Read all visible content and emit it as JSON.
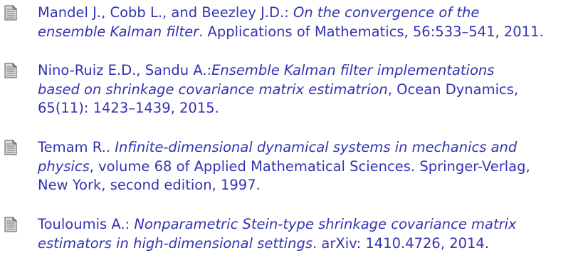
{
  "references": [
    {
      "lines": [
        [
          {
            "text": "Mandel J., Cobb L., and Beezley J.D.: ",
            "italic": false
          },
          {
            "text": "On the convergence of the",
            "italic": true
          }
        ],
        [
          {
            "text": "ensemble Kalman filter",
            "italic": true
          },
          {
            "text": ". Applications of Mathematics, 56:533–541, 2011.",
            "italic": false
          }
        ]
      ]
    },
    {
      "lines": [
        [
          {
            "text": "Nino-Ruiz E.D., Sandu A.:",
            "italic": false
          },
          {
            "text": "Ensemble Kalman filter implementations",
            "italic": true
          }
        ],
        [
          {
            "text": "based on shrinkage covariance matrix estimatrion",
            "italic": true
          },
          {
            "text": ", Ocean Dynamics,",
            "italic": false
          }
        ],
        [
          {
            "text": "65(11): 1423–1439, 2015.",
            "italic": false
          }
        ]
      ]
    },
    {
      "lines": [
        [
          {
            "text": "Temam R.. ",
            "italic": false
          },
          {
            "text": "Infinite-dimensional dynamical systems in mechanics and",
            "italic": true
          }
        ],
        [
          {
            "text": "physics",
            "italic": true
          },
          {
            "text": ", volume 68 of Applied Mathematical Sciences. Springer-Verlag,",
            "italic": false
          }
        ],
        [
          {
            "text": "New York, second edition, 1997.",
            "italic": false
          }
        ]
      ]
    },
    {
      "lines": [
        [
          {
            "text": "Touloumis A.: ",
            "italic": false
          },
          {
            "text": "Nonparametric Stein-type shrinkage covariance matrix",
            "italic": true
          }
        ],
        [
          {
            "text": "estimators in high-dimensional settings",
            "italic": true
          },
          {
            "text": ". arXiv: 1410.4726, 2014.",
            "italic": false
          }
        ]
      ]
    }
  ],
  "icon": "document-icon",
  "colors": {
    "text": "#3333b3",
    "icon_fill": "#d9d9d9",
    "icon_lines": "#8a8a8a",
    "icon_stroke": "#555555",
    "icon_fold": "#bdbdbd"
  }
}
